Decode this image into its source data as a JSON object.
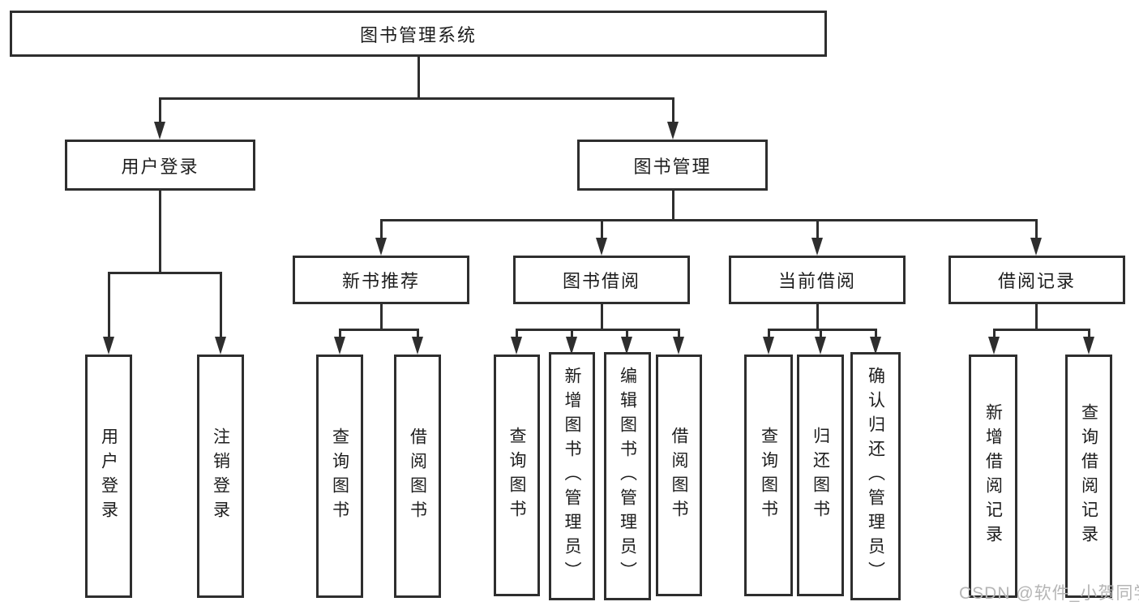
{
  "tree": {
    "root": "图书管理系统",
    "branches": [
      {
        "label": "用户登录",
        "children": [
          "用户登录",
          "注销登录"
        ]
      },
      {
        "label": "图书管理",
        "sections": [
          {
            "label": "新书推荐",
            "children": [
              "查询图书",
              "借阅图书"
            ]
          },
          {
            "label": "图书借阅",
            "children": [
              "查询图书",
              "新增图书（管理员）",
              "编辑图书（管理员）",
              "借阅图书"
            ]
          },
          {
            "label": "当前借阅",
            "children": [
              "查询图书",
              "归还图书",
              "确认归还（管理员）"
            ]
          },
          {
            "label": "借阅记录",
            "children": [
              "新增借阅记录",
              "查询借阅记录"
            ]
          }
        ]
      }
    ]
  },
  "colors": {
    "line": "#2e2e2e",
    "text": "#1d1d1d",
    "watermark": "#b5b5b5",
    "background": "#ffffff"
  },
  "watermark": {
    "text": "CSDN @软件_小贺同学"
  }
}
